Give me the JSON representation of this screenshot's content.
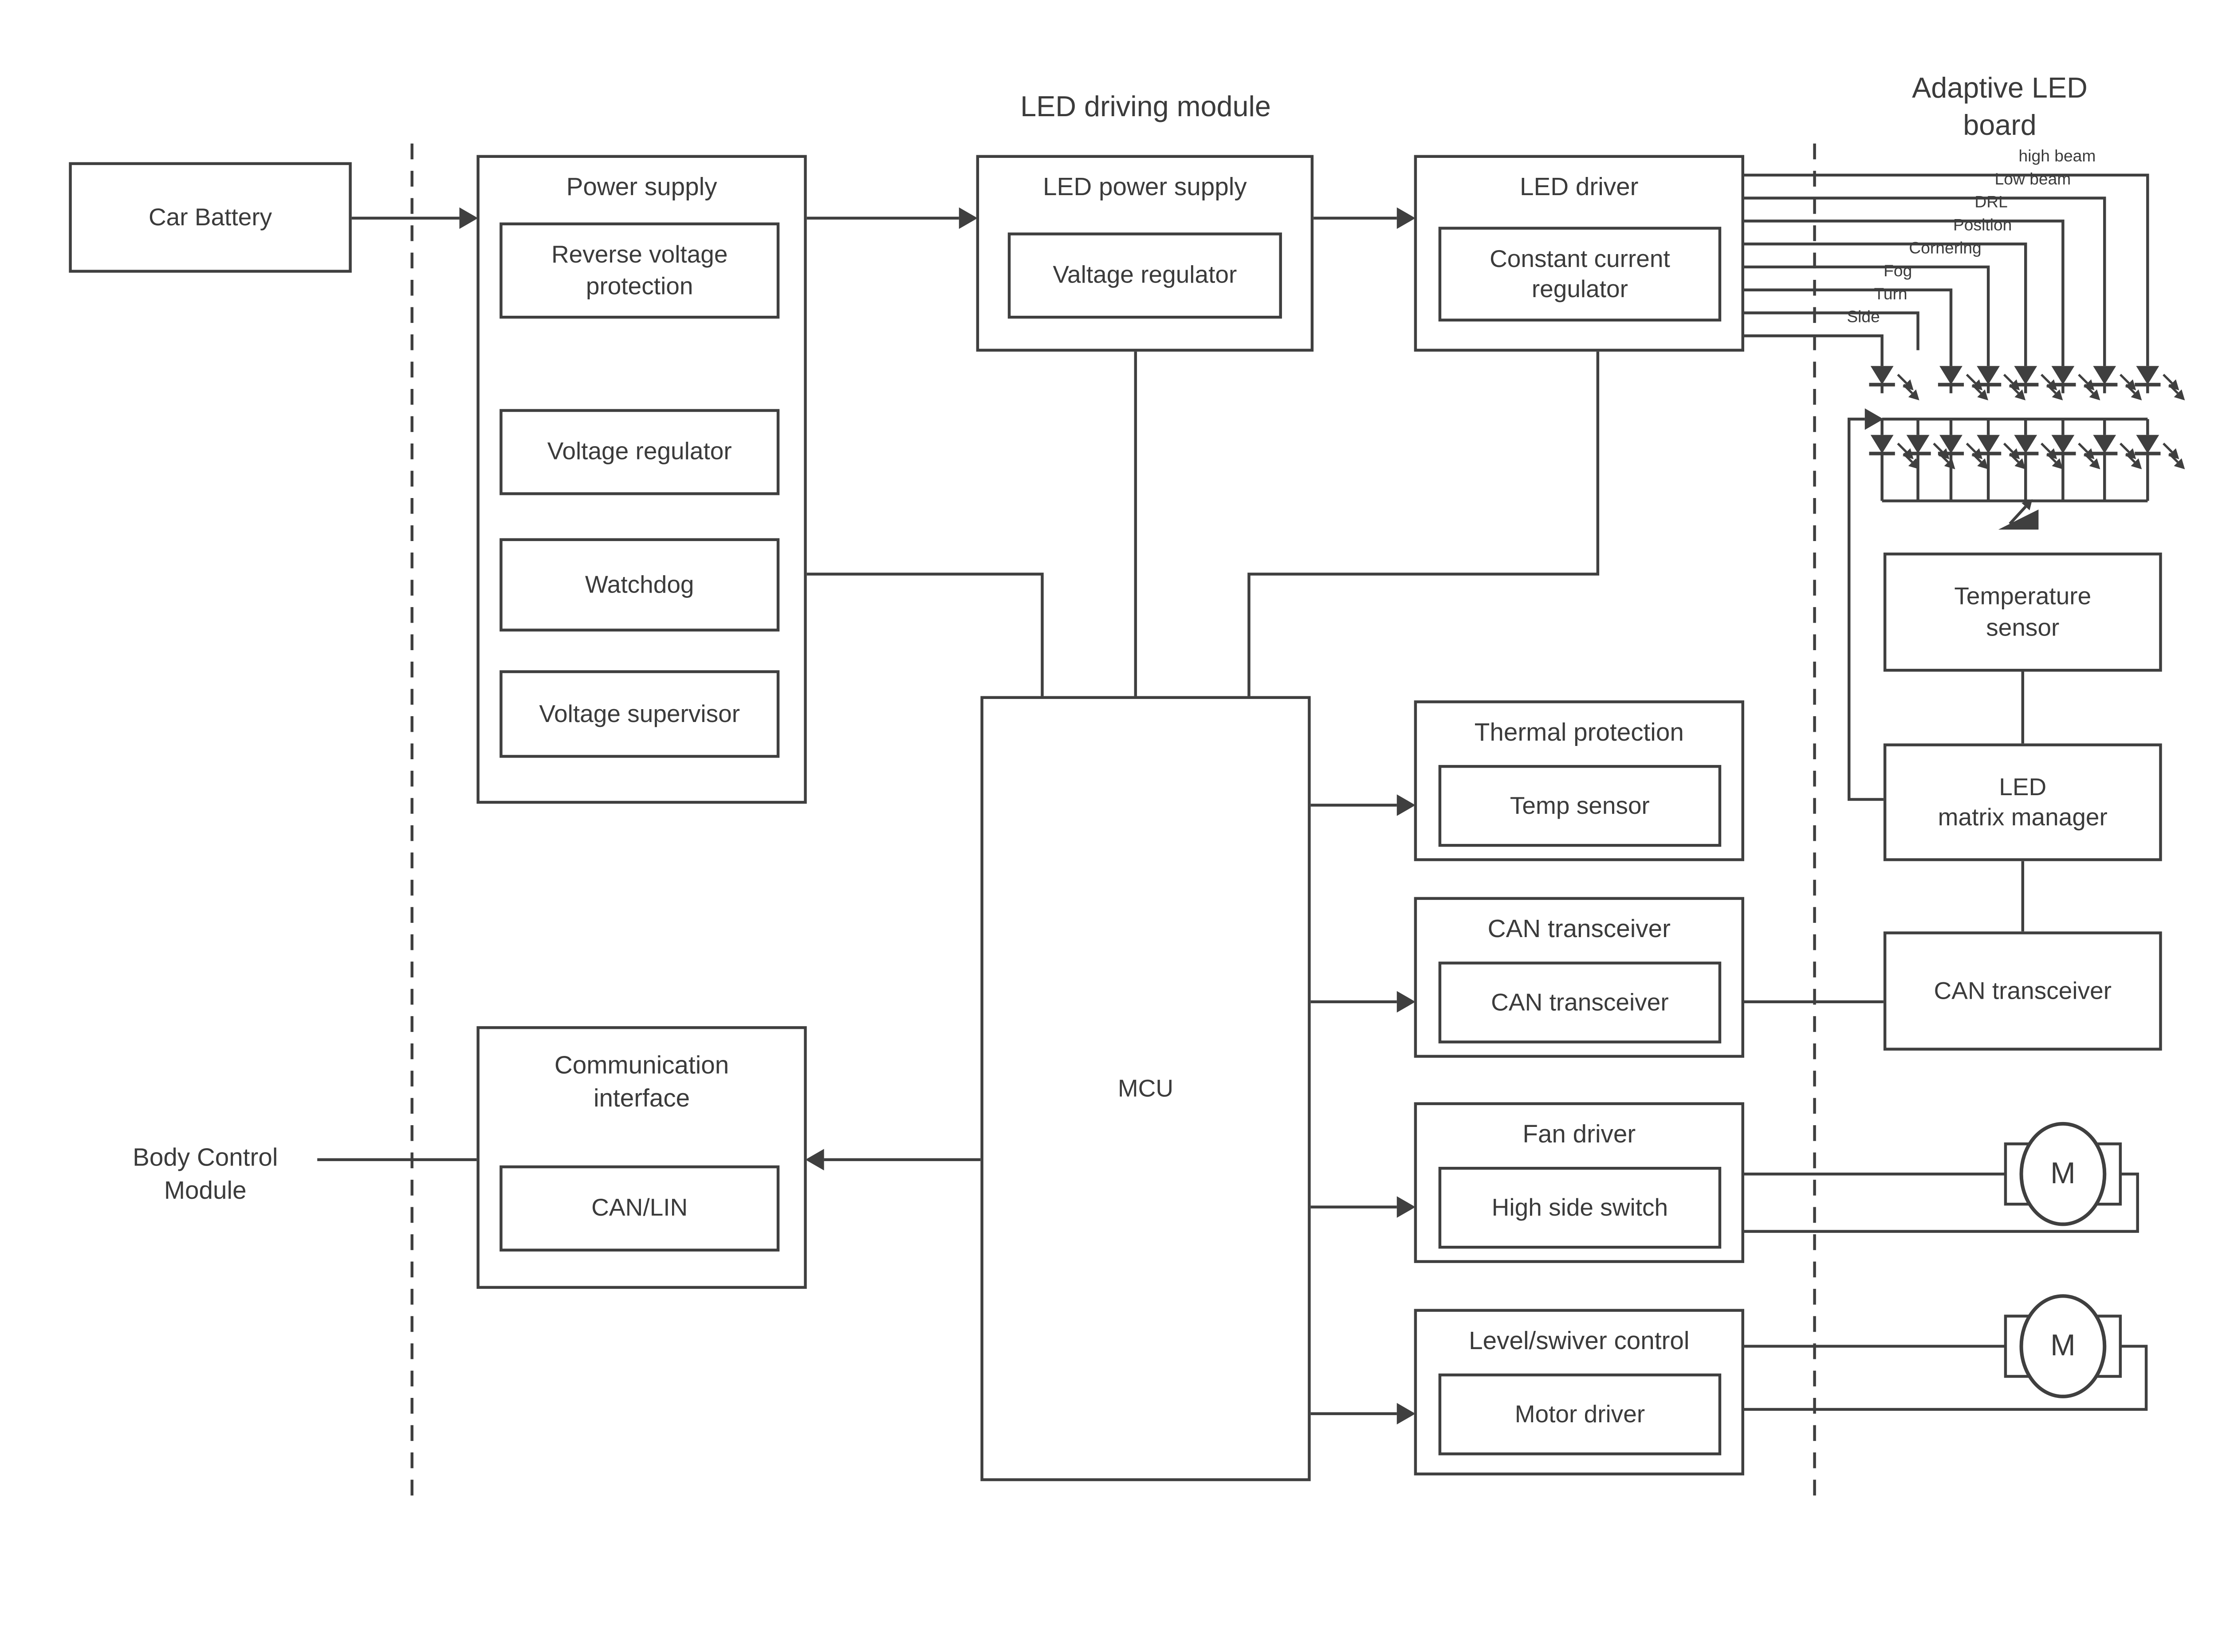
{
  "titles": {
    "led_driving_module": "LED driving module",
    "adaptive_led_board": "Adaptive LED board"
  },
  "nodes": {
    "car_battery": "Car Battery",
    "power_supply": "Power supply",
    "reverse_voltage_protection": "Reverse voltage\nprotection",
    "voltage_regulator": "Voltage regulator",
    "watchdog": "Watchdog",
    "voltage_supervisor": "Voltage supervisor",
    "led_power_supply": "LED power supply",
    "valtage_regulator": "Valtage regulator",
    "led_driver": "LED driver",
    "constant_current_regulator": "Constant current\nregulator",
    "mcu": "MCU",
    "thermal_protection": "Thermal protection",
    "temp_sensor": "Temp sensor",
    "can_transceiver_center": "CAN transceiver",
    "can_transceiver_center_inner": "CAN transceiver",
    "fan_driver": "Fan driver",
    "high_side_switch": "High side switch",
    "level_swiver_control": "Level/swiver control",
    "motor_driver": "Motor driver",
    "communication_interface": "Communication\ninterface",
    "can_lin": "CAN/LIN",
    "body_control_module": "Body Control\nModule",
    "temperature_sensor": "Temperature\nsensor",
    "led_matrix_manager": "LED\nmatrix manager",
    "can_transceiver_right": "CAN transceiver",
    "motor_label": "M"
  },
  "led_channels": [
    "high beam",
    "Low beam",
    "DRL",
    "Position",
    "Cornering",
    "Fog",
    "Turn",
    "Side"
  ],
  "colors": {
    "line": "#3f3f3f",
    "text": "#3b3b3b",
    "background": "#ffffff"
  }
}
